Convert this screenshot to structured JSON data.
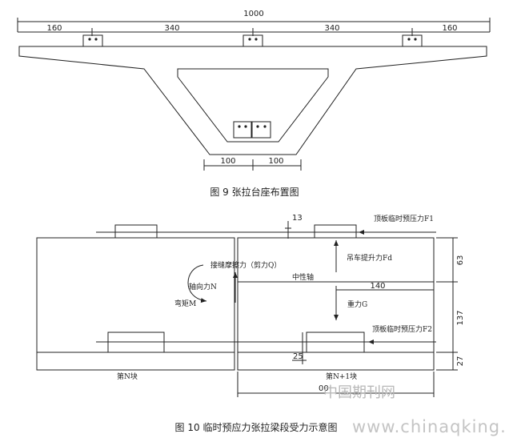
{
  "top_figure": {
    "dim_total": "1000",
    "dim_left_cantilever": "160",
    "dim_left_span": "340",
    "dim_right_span": "340",
    "dim_right_cantilever": "160",
    "dim_bottom_left": "100",
    "dim_bottom_right": "100",
    "caption": "图 9 张拉台座布置图"
  },
  "bottom_figure": {
    "dim_13": "13",
    "dim_63": "63",
    "dim_140": "140",
    "dim_137": "137",
    "dim_25": "25",
    "dim_27": "27",
    "dim_bottom_partial": "00",
    "label_top_force_f1": "顶板临时预压力F1",
    "label_bottom_force_f2": "顶板临时预压力F2",
    "label_joint_shear": "接缝摩擦力（剪力Q）",
    "label_axial": "轴向力N",
    "label_moment": "弯矩M",
    "label_crane_lift": "吊车提升力Fd",
    "label_neutral_axis": "中性轴",
    "label_gravity": "重力G",
    "label_block_n": "第N块",
    "label_block_n1": "第N+1块",
    "caption": "图 10 临时预应力张拉梁段受力示意图"
  },
  "watermark": {
    "cn": "中国期刊网",
    "url": "www.chinaqking.com"
  }
}
